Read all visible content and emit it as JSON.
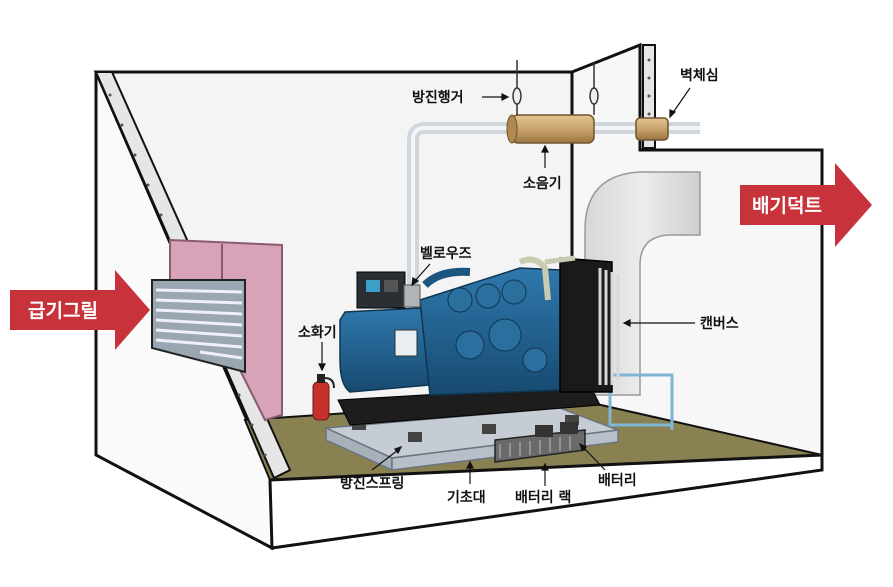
{
  "labels": {
    "intake_grille": "급기그릴",
    "exhaust_duct": "배기덕트",
    "vib_hanger": "방진행거",
    "wall_sleeve": "벽체심",
    "silencer": "소음기",
    "bellows": "벨로우즈",
    "extinguisher": "소화기",
    "canvas": "캔버스",
    "vib_spring": "방진스프링",
    "foundation": "기초대",
    "battery_rack": "배터리 랙",
    "battery": "배터리"
  },
  "colors": {
    "arrow_red": "#c8323a",
    "floor": "#8a8152",
    "engine_blue": "#1f5f8f",
    "silencer_tan": "#c9a36b",
    "door_pink": "#d6a3b8"
  }
}
